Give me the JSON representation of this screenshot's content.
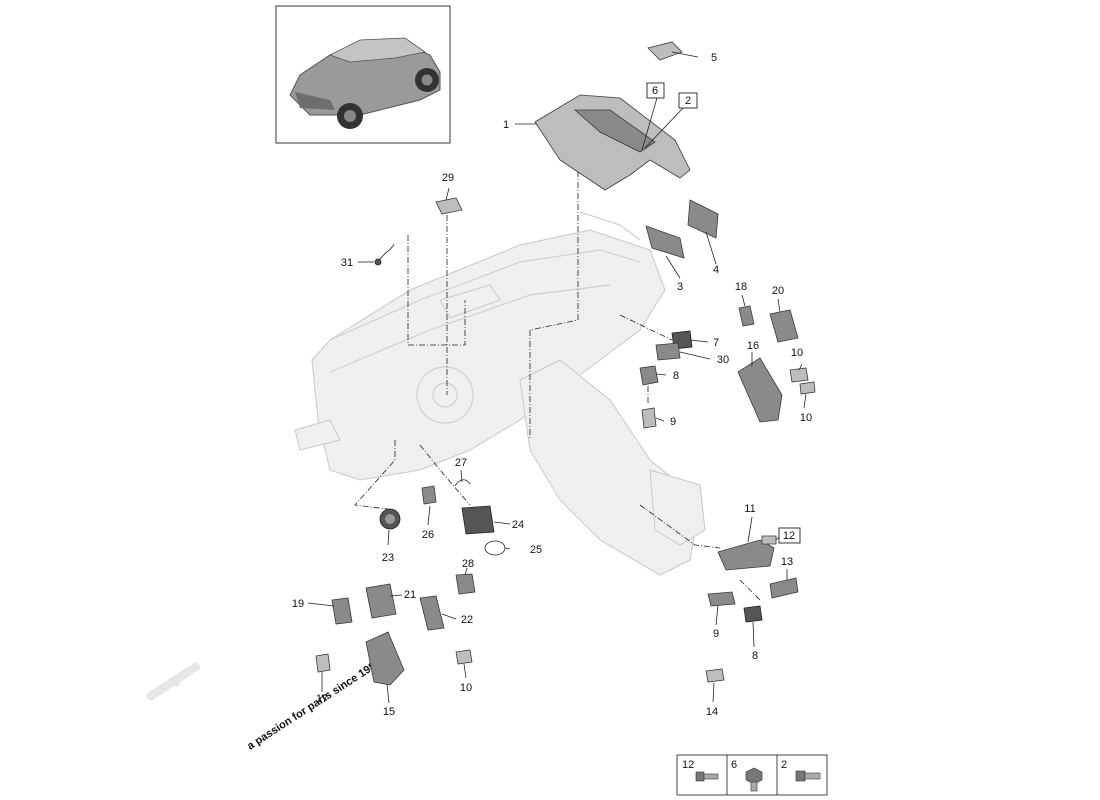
{
  "diagram": {
    "watermark": {
      "brand": "eurospares",
      "tagline": "a passion for parts since 1985"
    },
    "callouts": [
      {
        "id": "c1",
        "label": "1",
        "boxed": false
      },
      {
        "id": "c2",
        "label": "2",
        "boxed": true
      },
      {
        "id": "c3",
        "label": "3",
        "boxed": false
      },
      {
        "id": "c4",
        "label": "4",
        "boxed": false
      },
      {
        "id": "c5",
        "label": "5",
        "boxed": false
      },
      {
        "id": "c6",
        "label": "6",
        "boxed": true
      },
      {
        "id": "c7",
        "label": "7",
        "boxed": false
      },
      {
        "id": "c8a",
        "label": "8",
        "boxed": false
      },
      {
        "id": "c8b",
        "label": "8",
        "boxed": false
      },
      {
        "id": "c9a",
        "label": "9",
        "boxed": false
      },
      {
        "id": "c9b",
        "label": "9",
        "boxed": false
      },
      {
        "id": "c10a",
        "label": "10",
        "boxed": false
      },
      {
        "id": "c10b",
        "label": "10",
        "boxed": false
      },
      {
        "id": "c10c",
        "label": "10",
        "boxed": false
      },
      {
        "id": "c11",
        "label": "11",
        "boxed": false
      },
      {
        "id": "c12",
        "label": "12",
        "boxed": true
      },
      {
        "id": "c13",
        "label": "13",
        "boxed": false
      },
      {
        "id": "c14",
        "label": "14",
        "boxed": false
      },
      {
        "id": "c15",
        "label": "15",
        "boxed": false
      },
      {
        "id": "c16",
        "label": "16",
        "boxed": false
      },
      {
        "id": "c17",
        "label": "17",
        "boxed": false
      },
      {
        "id": "c18",
        "label": "18",
        "boxed": false
      },
      {
        "id": "c19",
        "label": "19",
        "boxed": false
      },
      {
        "id": "c20",
        "label": "20",
        "boxed": false
      },
      {
        "id": "c21",
        "label": "21",
        "boxed": false
      },
      {
        "id": "c22",
        "label": "22",
        "boxed": false
      },
      {
        "id": "c23",
        "label": "23",
        "boxed": false
      },
      {
        "id": "c24",
        "label": "24",
        "boxed": false
      },
      {
        "id": "c25",
        "label": "25",
        "boxed": false
      },
      {
        "id": "c26",
        "label": "26",
        "boxed": false
      },
      {
        "id": "c27",
        "label": "27",
        "boxed": false
      },
      {
        "id": "c28",
        "label": "28",
        "boxed": false
      },
      {
        "id": "c29",
        "label": "29",
        "boxed": false
      },
      {
        "id": "c30",
        "label": "30",
        "boxed": false
      },
      {
        "id": "c31",
        "label": "31",
        "boxed": false
      }
    ],
    "fastener_legend": [
      {
        "label": "12",
        "icon": "bolt-icon"
      },
      {
        "label": "6",
        "icon": "flange-screw-icon"
      },
      {
        "label": "2",
        "icon": "bolt-icon"
      }
    ]
  }
}
